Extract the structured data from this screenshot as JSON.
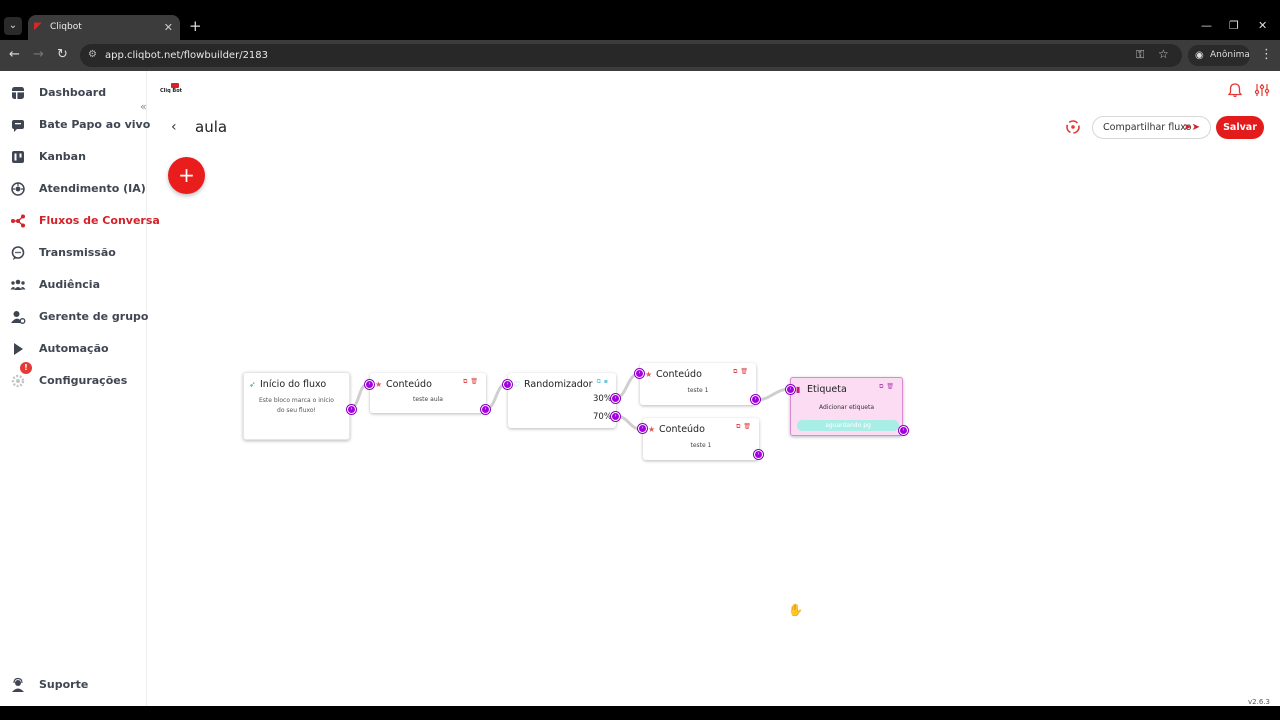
{
  "browser": {
    "tab_title": "Cliqbot",
    "new_tab": "+",
    "url": "app.cliqbot.net/flowbuilder/2183",
    "profile_label": "Anônima"
  },
  "app": {
    "logo_text": "Cliq Bot",
    "page_title": "aula",
    "share_label": "Compartilhar fluxo",
    "save_label": "Salvar",
    "add_label": "+",
    "version": "v2.6.3",
    "colors": {
      "brand": "#d4222a",
      "save": "#e41b1b",
      "handle": "#a200e0"
    }
  },
  "sidebar": {
    "items": [
      {
        "label": "Dashboard",
        "icon": "dashboard-icon"
      },
      {
        "label": "Bate Papo ao vivo",
        "icon": "chat-icon"
      },
      {
        "label": "Kanban",
        "icon": "kanban-icon"
      },
      {
        "label": "Atendimento (IA)",
        "icon": "ai-brain-icon"
      },
      {
        "label": "Fluxos de Conversa",
        "icon": "flow-icon",
        "active": true
      },
      {
        "label": "Transmissão",
        "icon": "broadcast-icon"
      },
      {
        "label": "Audiência",
        "icon": "audience-icon"
      },
      {
        "label": "Gerente de grupo",
        "icon": "group-manager-icon"
      },
      {
        "label": "Automação",
        "icon": "automation-play-icon"
      },
      {
        "label": "Configurações",
        "icon": "gear-icon",
        "badge": "!"
      }
    ],
    "support_label": "Suporte"
  },
  "flow": {
    "start": {
      "title": "Início do fluxo",
      "body": [
        "Este bloco marca o início",
        "do seu fluxo!"
      ]
    },
    "content1": {
      "title": "Conteúdo",
      "body": "teste aula"
    },
    "randomizer": {
      "title": "Randomizador",
      "split_a": "30%",
      "split_b": "70%"
    },
    "content2": {
      "title": "Conteúdo",
      "body": "teste 1"
    },
    "content3": {
      "title": "Conteúdo",
      "body": "teste 1"
    },
    "tag": {
      "title": "Etiqueta",
      "body": "Adicionar etiqueta",
      "pill": "aguardando pg"
    }
  }
}
